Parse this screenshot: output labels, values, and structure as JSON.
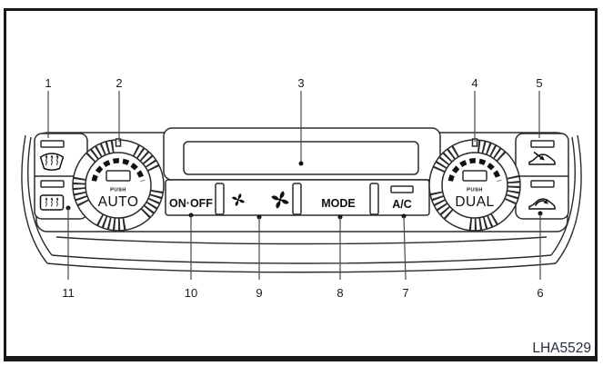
{
  "figure_code": "LHA5529",
  "callouts": {
    "top": [
      "1",
      "2",
      "3",
      "4",
      "5"
    ],
    "bottom": [
      "11",
      "10",
      "9",
      "8",
      "7",
      "6"
    ]
  },
  "panel": {
    "auto_knob": {
      "push_label": "PUSH",
      "label": "AUTO"
    },
    "dual_knob": {
      "push_label": "PUSH",
      "label": "DUAL"
    },
    "buttons": {
      "on_off_label": "ON·OFF",
      "mode_label": "MODE",
      "ac_label": "A/C"
    },
    "icons": {
      "front_defroster": "front-window-defroster-icon",
      "rear_defroster": "rear-window-defroster-icon",
      "fan_low": "fan-speed-low-icon",
      "fan_high": "fan-speed-high-icon",
      "outside_air": "outside-air-intake-icon",
      "recirculation": "air-recirculation-icon"
    }
  },
  "colors": {
    "line": "#2b2b2b",
    "text": "#1a1a1a",
    "figure_code_text": "#262e3e",
    "background": "#ffffff"
  }
}
